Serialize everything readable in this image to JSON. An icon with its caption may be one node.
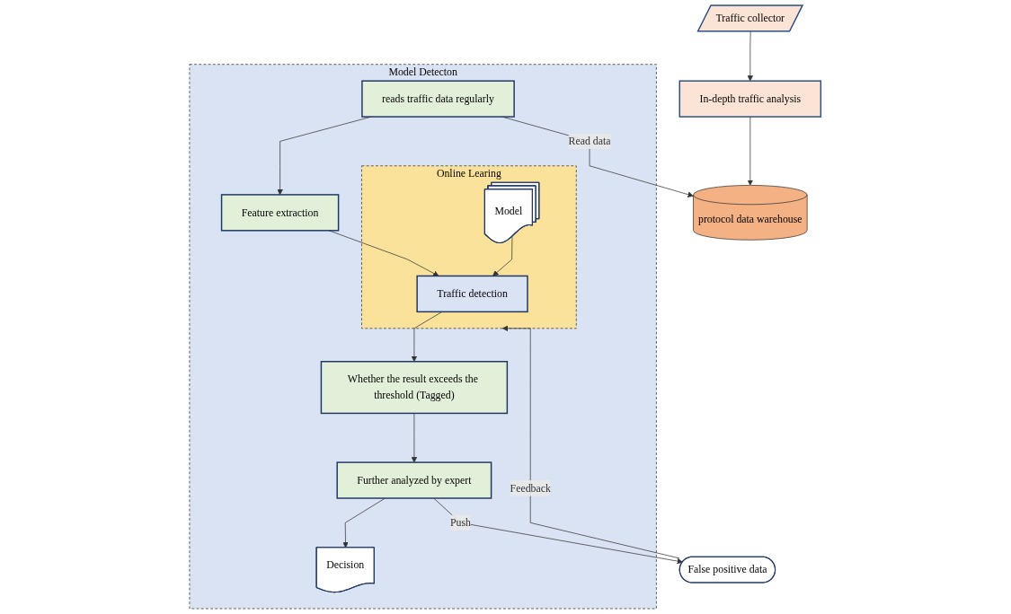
{
  "diagram": {
    "nodes": [
      {
        "text": [
          "Traffic collector"
        ]
      },
      {
        "text": [
          "In-depth traffic analysis"
        ]
      },
      {
        "text": [
          "protocol data warehouse"
        ]
      },
      {
        "text": [
          "Model Detecton"
        ]
      },
      {
        "text": [
          "reads traffic data regularly"
        ],
        "in": 3
      },
      {
        "text": [
          "Feature extraction"
        ],
        "in": 3
      },
      {
        "text": [
          "Online Learing"
        ],
        "in": 3
      },
      {
        "text": [
          "Traffic detection"
        ],
        "in": 6
      },
      {
        "text": [
          "Model"
        ],
        "in": 6
      },
      {
        "text": [
          "Whether the result exceeds the threshold (Tagged)"
        ],
        "in": 3
      },
      {
        "text": [
          "Further analyzed by expert"
        ],
        "in": 3
      },
      {
        "text": [
          "Decision"
        ],
        "in": 3
      },
      {
        "text": [
          "False positive data"
        ]
      }
    ],
    "edges": [
      {
        "from": 0,
        "to": 1,
        "arrow": "to"
      },
      {
        "from": 1,
        "to": 2,
        "arrow": "to"
      },
      {
        "from": 4,
        "to": 2,
        "arrow": "to",
        "label": "Read data"
      },
      {
        "from": 4,
        "to": 5,
        "arrow": "to"
      },
      {
        "from": 5,
        "to": 7,
        "arrow": "to"
      },
      {
        "from": 8,
        "to": 7,
        "arrow": "to"
      },
      {
        "from": 12,
        "to": 6,
        "arrow": "to",
        "label": "Feedback"
      },
      {
        "from": 7,
        "to": 9,
        "arrow": "to"
      },
      {
        "from": 9,
        "to": 10,
        "arrow": "to"
      },
      {
        "from": 10,
        "to": 11,
        "arrow": "to"
      },
      {
        "from": 10,
        "to": 12,
        "arrow": "to",
        "label": "Push"
      }
    ]
  }
}
